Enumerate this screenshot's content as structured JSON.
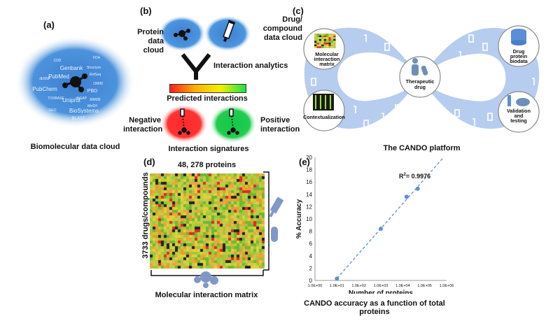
{
  "panel_a": {
    "label": "(a)",
    "caption": "Biomolecular data cloud",
    "cloud_words": [
      "CDD",
      "FDA",
      "Genbank",
      "PubMed",
      "Structure",
      "RefSeq",
      "dbSNP",
      "OMIM",
      "PubChem",
      "PBD",
      "TOXBASE",
      "dbGAP",
      "MMDB",
      "Uniprot",
      "MeSH",
      "GEO",
      "BioSystems",
      "BLAST"
    ]
  },
  "panel_b": {
    "label": "(b)",
    "protein_cloud": "Protein\ndata cloud",
    "drug_cloud": "Drug/\ncompound\ndata cloud",
    "analytics": "Interaction analytics",
    "predicted": "Predicted interactions",
    "negative": "Negative\ninteraction",
    "positive": "Positive\ninteraction",
    "signatures": "Interaction signatures"
  },
  "panel_c": {
    "label": "(c)",
    "nodes": [
      "Molecular\ninteraction\nmatrix",
      "Drug\nprotein\nbiodata",
      "Therapeutic\ndrug",
      "Contextualization",
      "Validation\nand\ntesting"
    ],
    "caption": "The CANDO platform"
  },
  "panel_d": {
    "label": "(d)",
    "top": "48, 278 proteins",
    "side": "3733 drugs/compounds",
    "caption": "Molecular interaction matrix"
  },
  "panel_e": {
    "label": "(e)",
    "r2_prefix": "R",
    "r2_sup": "2",
    "r2_value": "= 0.9976",
    "caption": "CANDO accuracy as a function of total proteins"
  },
  "colors": {
    "blue_cloud": "#4a90d9",
    "cando_band": "#b9cff0",
    "series": "#5b8fd6",
    "red": "#ff2a2a",
    "green": "#1fcc4a"
  },
  "chart_data": {
    "type": "scatter",
    "xlabel": "Number of proteins",
    "ylabel": "% Accuracy",
    "x_scale": "log",
    "xlim": [
      1,
      1000000
    ],
    "ylim": [
      0,
      20
    ],
    "x_ticks": [
      "1.0E+00",
      "1.0E+01",
      "1.0E+02",
      "1.0E+03",
      "1.0E+04",
      "1.0E+05",
      "1.0E+06"
    ],
    "y_ticks": [
      "0",
      "2",
      "4",
      "6",
      "8",
      "10",
      "12",
      "14",
      "16",
      "18",
      "20"
    ],
    "series": [
      {
        "x": [
          10,
          1000,
          15000,
          48278
        ],
        "y": [
          0.3,
          8.4,
          13.6,
          14.9
        ]
      }
    ],
    "trendline": {
      "style": "dashed",
      "annotation": "R2 = 0.9976"
    },
    "grid": false
  }
}
